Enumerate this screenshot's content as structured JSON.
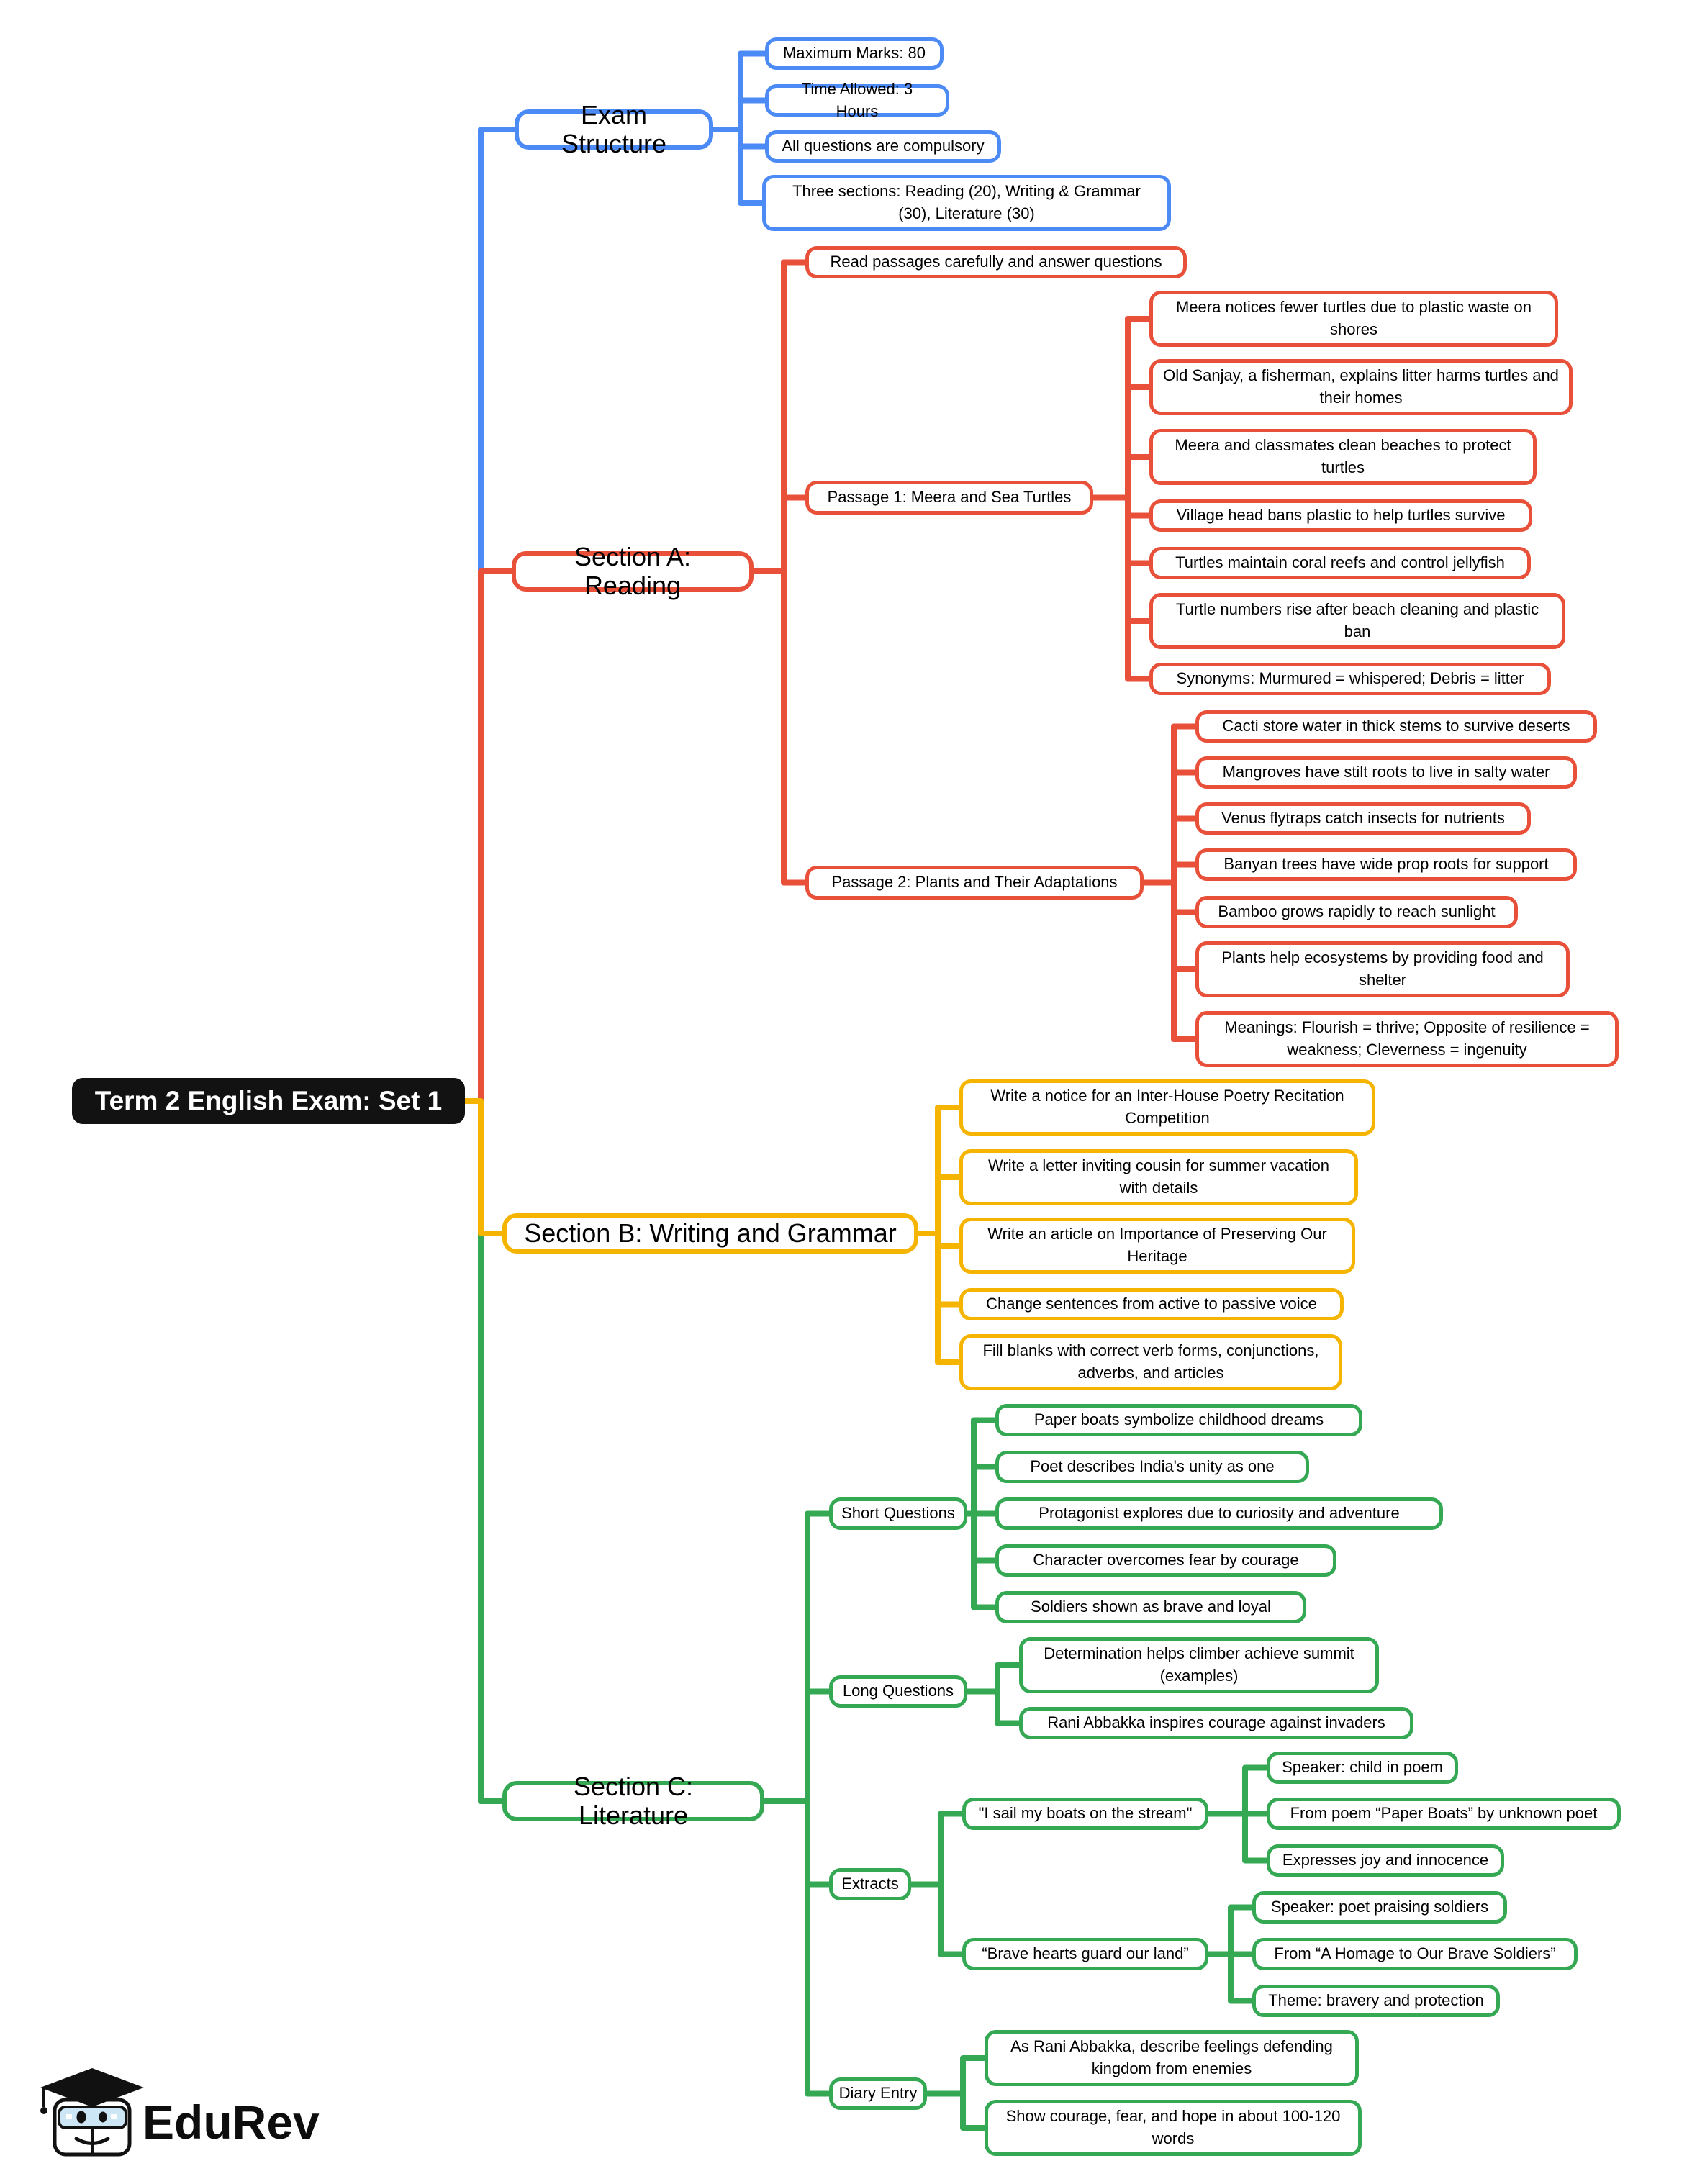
{
  "root": {
    "label": "Term 2 English Exam: Set 1"
  },
  "colors": {
    "exam_structure": "#4C8BF5",
    "reading": "#E8503A",
    "writing": "#F5B400",
    "literature": "#34A853",
    "root_background": "#121212"
  },
  "branches": [
    {
      "label": "Exam Structure",
      "children": [
        {
          "label": "Maximum Marks: 80"
        },
        {
          "label": "Time Allowed: 3 Hours"
        },
        {
          "label": "All questions are compulsory"
        },
        {
          "label": "Three sections: Reading (20), Writing & Grammar (30), Literature (30)"
        }
      ]
    },
    {
      "label": "Section A: Reading",
      "children": [
        {
          "label": "Read passages carefully and answer questions"
        },
        {
          "label": "Passage 1: Meera and Sea Turtles",
          "children": [
            {
              "label": "Meera notices fewer turtles due to plastic waste on shores"
            },
            {
              "label": "Old Sanjay, a fisherman, explains litter harms turtles and their homes"
            },
            {
              "label": "Meera and classmates clean beaches to protect turtles"
            },
            {
              "label": "Village head bans plastic to help turtles survive"
            },
            {
              "label": "Turtles maintain coral reefs and control jellyfish"
            },
            {
              "label": "Turtle numbers rise after beach cleaning and plastic ban"
            },
            {
              "label": "Synonyms: Murmured = whispered; Debris = litter"
            }
          ]
        },
        {
          "label": "Passage 2: Plants and Their Adaptations",
          "children": [
            {
              "label": "Cacti store water in thick stems to survive deserts"
            },
            {
              "label": "Mangroves have stilt roots to live in salty water"
            },
            {
              "label": "Venus flytraps catch insects for nutrients"
            },
            {
              "label": "Banyan trees have wide prop roots for support"
            },
            {
              "label": "Bamboo grows rapidly to reach sunlight"
            },
            {
              "label": "Plants help ecosystems by providing food and shelter"
            },
            {
              "label": "Meanings: Flourish = thrive; Opposite of resilience = weakness; Cleverness = ingenuity"
            }
          ]
        }
      ]
    },
    {
      "label": "Section B: Writing and Grammar",
      "children": [
        {
          "label": "Write a notice for an Inter-House Poetry Recitation Competition"
        },
        {
          "label": "Write a letter inviting cousin for summer vacation with details"
        },
        {
          "label": "Write an article on Importance of Preserving Our Heritage"
        },
        {
          "label": "Change sentences from active to passive voice"
        },
        {
          "label": "Fill blanks with correct verb forms, conjunctions, adverbs, and articles"
        }
      ]
    },
    {
      "label": "Section C: Literature",
      "children": [
        {
          "label": "Short Questions",
          "children": [
            {
              "label": "Paper boats symbolize childhood dreams"
            },
            {
              "label": "Poet describes India's unity as one"
            },
            {
              "label": "Protagonist explores due to curiosity and adventure"
            },
            {
              "label": "Character overcomes fear by courage"
            },
            {
              "label": "Soldiers shown as brave and loyal"
            }
          ]
        },
        {
          "label": "Long Questions",
          "children": [
            {
              "label": "Determination helps climber achieve summit (examples)"
            },
            {
              "label": "Rani Abbakka inspires courage against invaders"
            }
          ]
        },
        {
          "label": "Extracts",
          "children": [
            {
              "label": "\"I sail my boats on the stream\"",
              "children": [
                {
                  "label": "Speaker: child in poem"
                },
                {
                  "label": "From poem “Paper Boats” by unknown poet"
                },
                {
                  "label": "Expresses joy and innocence"
                }
              ]
            },
            {
              "label": "“Brave hearts guard our land”",
              "children": [
                {
                  "label": "Speaker: poet praising soldiers"
                },
                {
                  "label": "From “A Homage to Our Brave Soldiers”"
                },
                {
                  "label": "Theme: bravery and protection"
                }
              ]
            }
          ]
        },
        {
          "label": "Diary Entry",
          "children": [
            {
              "label": "As Rani Abbakka, describe feelings defending kingdom from enemies"
            },
            {
              "label": "Show courage, fear, and hope in about 100-120 words"
            }
          ]
        }
      ]
    }
  ],
  "logo": {
    "brand": "EduRev"
  }
}
